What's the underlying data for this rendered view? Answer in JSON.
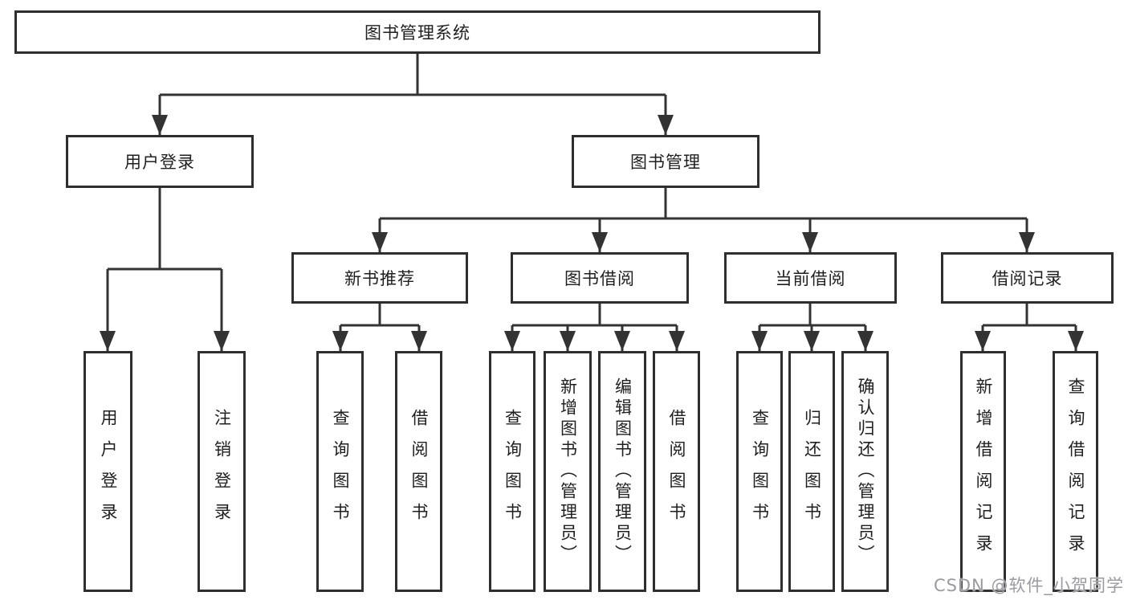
{
  "colors": {
    "line": "#333333",
    "box_border": "#2e2e2e",
    "box_bg": "#ffffff",
    "text": "#1f1f1f",
    "watermark": "#9a9aa0"
  },
  "watermark": {
    "text": "CSDN @软件_小贺同学"
  },
  "tree": {
    "label": "图书管理系统",
    "children": [
      {
        "label": "用户登录",
        "children": [
          {
            "label": "用户登录"
          },
          {
            "label": "注销登录"
          }
        ]
      },
      {
        "label": "图书管理",
        "children": [
          {
            "label": "新书推荐",
            "children": [
              {
                "label": "查询图书"
              },
              {
                "label": "借阅图书"
              }
            ]
          },
          {
            "label": "图书借阅",
            "children": [
              {
                "label": "查询图书"
              },
              {
                "label": "新增图书（管理员）"
              },
              {
                "label": "编辑图书（管理员）"
              },
              {
                "label": "借阅图书"
              }
            ]
          },
          {
            "label": "当前借阅",
            "children": [
              {
                "label": "查询图书"
              },
              {
                "label": "归还图书"
              },
              {
                "label": "确认归还（管理员）"
              }
            ]
          },
          {
            "label": "借阅记录",
            "children": [
              {
                "label": "新增借阅记录"
              },
              {
                "label": "查询借阅记录"
              }
            ]
          }
        ]
      }
    ]
  }
}
